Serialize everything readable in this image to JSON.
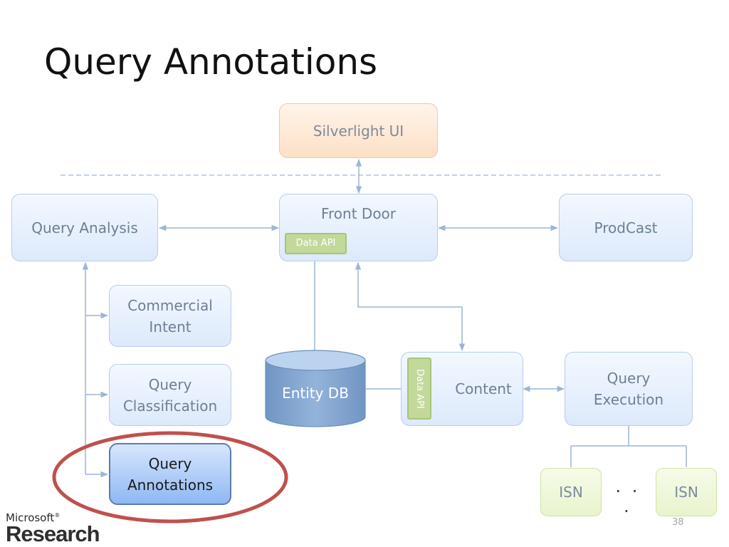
{
  "slide": {
    "title": "Query Annotations",
    "page_number": "38"
  },
  "nodes": {
    "silverlight_ui": "Silverlight UI",
    "query_analysis": "Query Analysis",
    "front_door": "Front Door",
    "front_door_api": "Data API",
    "prodcast": "ProdCast",
    "commercial_intent": "Commercial Intent",
    "query_classification": "Query Classification",
    "query_annotations": "Query Annotations",
    "entity_db": "Entity DB",
    "content": "Content",
    "content_api": "Data API",
    "query_execution": "Query Execution",
    "isn_left": "ISN",
    "isn_right": "ISN",
    "ellipsis": "· · ·"
  },
  "logo": {
    "company": "Microsoft",
    "division": "Research"
  },
  "colors": {
    "box_fill": "#dde9fb",
    "box_border": "#b7cdea",
    "ui_fill": "#fde0c6",
    "isn_fill": "#e8f4cd",
    "api_badge": "#c2d99a",
    "highlight_box": "#8fb8f4",
    "highlight_ellipse": "#c0504d",
    "connector": "#9bb5d6",
    "database": "#7ea0c9"
  }
}
